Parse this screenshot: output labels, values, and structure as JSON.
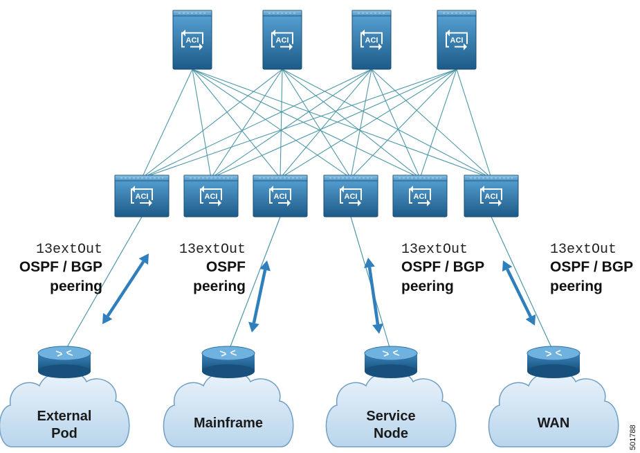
{
  "spines": [
    {
      "badge": "ACI"
    },
    {
      "badge": "ACI"
    },
    {
      "badge": "ACI"
    },
    {
      "badge": "ACI"
    }
  ],
  "leaves": [
    {
      "badge": "ACI"
    },
    {
      "badge": "ACI"
    },
    {
      "badge": "ACI"
    },
    {
      "badge": "ACI"
    },
    {
      "badge": "ACI"
    },
    {
      "badge": "ACI"
    }
  ],
  "connections": [
    {
      "leaf_index": 0,
      "line1": "13extOut",
      "line2": "OSPF / BGP",
      "line3": "peering",
      "cloud_line1": "External",
      "cloud_line2": "Pod"
    },
    {
      "leaf_index": 2,
      "line1": "13extOut",
      "line2": "OSPF",
      "line3": "peering",
      "cloud_line1": "Mainframe",
      "cloud_line2": ""
    },
    {
      "leaf_index": 3,
      "line1": "13extOut",
      "line2": "OSPF / BGP",
      "line3": "peering",
      "cloud_line1": "Service",
      "cloud_line2": "Node"
    },
    {
      "leaf_index": 5,
      "line1": "13extOut",
      "line2": "OSPF / BGP",
      "line3": "peering",
      "cloud_line1": "WAN",
      "cloud_line2": ""
    }
  ],
  "figure_id": "501788",
  "colors": {
    "device_dark": "#1f5d8a",
    "device_light": "#4f9ccd",
    "fabric_line": "#4b97a8",
    "arrow": "#2f7fbd",
    "cloud_fill": "#cfe3f3",
    "cloud_stroke": "#6f9ec4"
  }
}
